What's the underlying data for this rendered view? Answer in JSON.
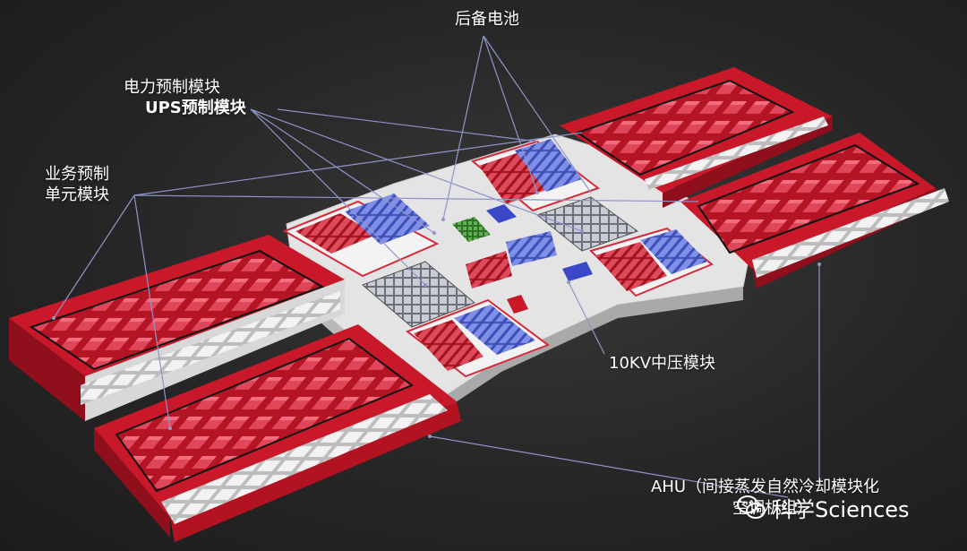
{
  "labels": {
    "backup_battery": "后备电池",
    "power_prefab": "电力预制模块",
    "ups_prefab": "UPS预制模块",
    "business_prefab_line1": "业务预制",
    "business_prefab_line2": "单元模块",
    "mv_module": "10KV中压模块",
    "ahu_line1": "AHU（间接蒸发自然冷却模块化",
    "ahu_line2": "空调机组）"
  },
  "watermark": {
    "text": "科学Sciences",
    "icon": "wechat-icon"
  },
  "colors": {
    "background": "#262626",
    "module_red": "#c8182a",
    "rack_red": "#d33a4a",
    "rack_blue": "#5c6fd6",
    "floor_white": "#e8e8e8",
    "callout_line": "#8f95c8"
  }
}
